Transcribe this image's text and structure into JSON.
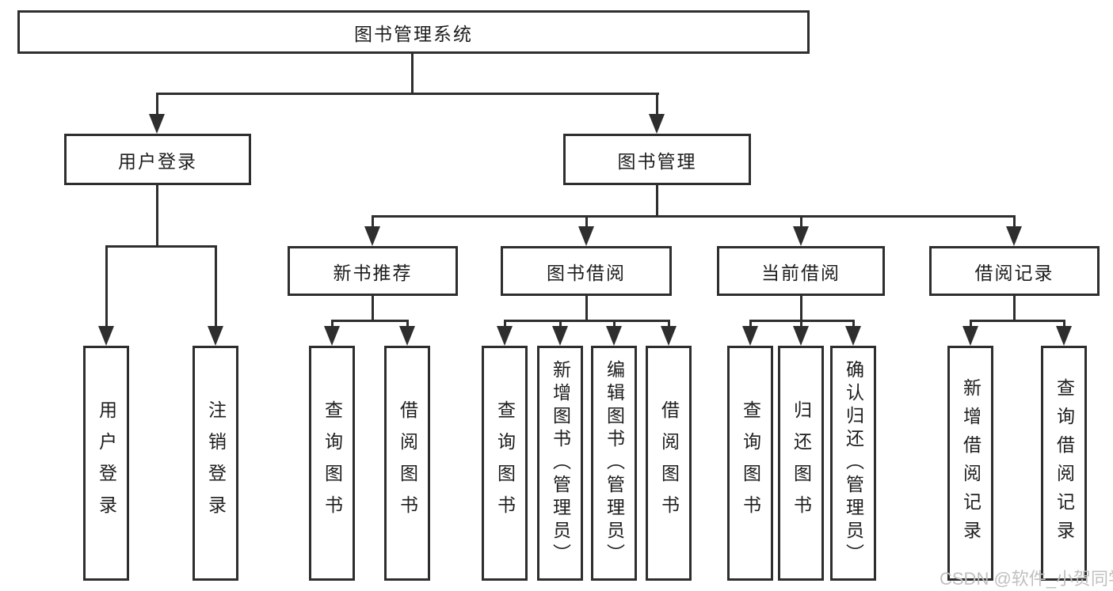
{
  "diagram": {
    "root": {
      "label": "图书管理系统"
    },
    "branches": [
      {
        "label": "用户登录",
        "leaves": [
          {
            "label": "用户登录"
          },
          {
            "label": "注销登录"
          }
        ]
      },
      {
        "label": "图书管理",
        "groups": [
          {
            "label": "新书推荐",
            "leaves": [
              {
                "label": "查询图书"
              },
              {
                "label": "借阅图书"
              }
            ]
          },
          {
            "label": "图书借阅",
            "leaves": [
              {
                "label": "查询图书"
              },
              {
                "label": "新增图书（管理员）"
              },
              {
                "label": "编辑图书（管理员）"
              },
              {
                "label": "借阅图书"
              }
            ]
          },
          {
            "label": "当前借阅",
            "leaves": [
              {
                "label": "查询图书"
              },
              {
                "label": "归还图书"
              },
              {
                "label": "确认归还（管理员）"
              }
            ]
          },
          {
            "label": "借阅记录",
            "leaves": [
              {
                "label": "新增借阅记录"
              },
              {
                "label": "查询借阅记录"
              }
            ]
          }
        ]
      }
    ]
  },
  "watermark": {
    "text": "CSDN @软件_小贺同学"
  },
  "colors": {
    "line": "#2e2e2e",
    "text": "#1d1d1d",
    "background": "#ffffff",
    "watermark": "#c0c0c0"
  }
}
